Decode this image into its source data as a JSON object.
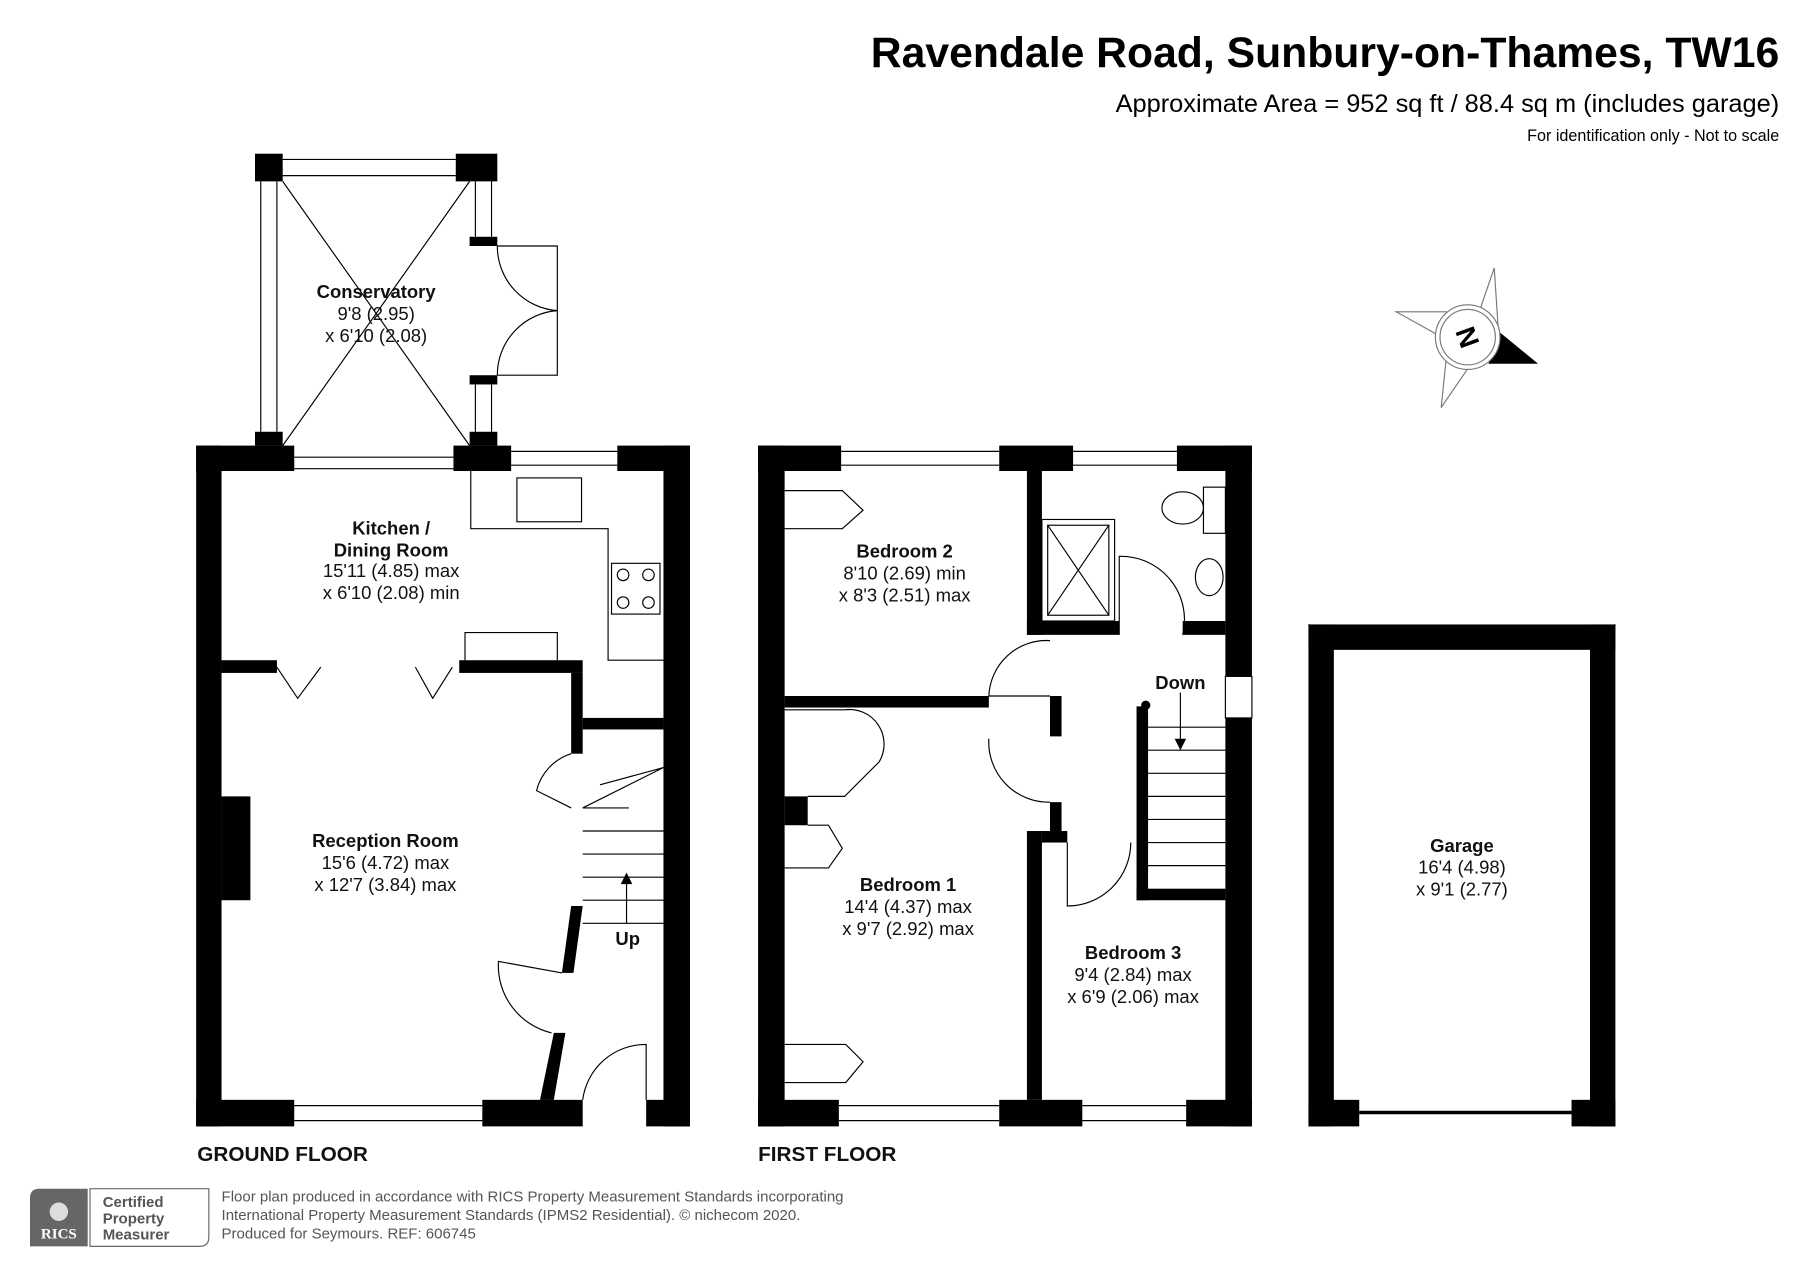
{
  "header": {
    "title": "Ravendale Road, Sunbury-on-Thames, TW16",
    "area": "Approximate Area = 952 sq ft / 88.4 sq m (includes garage)",
    "disclaimer": "For identification only - Not to scale"
  },
  "compass": {
    "label": "N",
    "icon": "north-arrow-icon"
  },
  "ground_floor": {
    "label": "GROUND FLOOR",
    "rooms": [
      {
        "name": "Conservatory",
        "dim1": "9'8 (2.95)",
        "dim2": "x 6'10 (2.08)"
      },
      {
        "name": "Kitchen /",
        "name2": "Dining Room",
        "dim1": "15'11 (4.85) max",
        "dim2": "x 6'10 (2.08) min"
      },
      {
        "name": "Reception Room",
        "dim1": "15'6 (4.72) max",
        "dim2": "x 12'7 (3.84) max"
      }
    ],
    "stairs_label": "Up"
  },
  "first_floor": {
    "label": "FIRST FLOOR",
    "rooms": [
      {
        "name": "Bedroom 2",
        "dim1": "8'10 (2.69) min",
        "dim2": "x 8'3 (2.51) max"
      },
      {
        "name": "Bedroom 1",
        "dim1": "14'4 (4.37) max",
        "dim2": "x 9'7 (2.92) max"
      },
      {
        "name": "Bedroom 3",
        "dim1": "9'4 (2.84) max",
        "dim2": "x 6'9 (2.06) max"
      }
    ],
    "stairs_label": "Down"
  },
  "garage": {
    "name": "Garage",
    "dim1": "16'4 (4.98)",
    "dim2": "x 9'1 (2.77)"
  },
  "footer": {
    "badge_brand": "RICS",
    "badge_line1": "Certified",
    "badge_line2": "Property",
    "badge_line3": "Measurer",
    "line1": "Floor plan produced in accordance with RICS Property Measurement Standards incorporating",
    "line2": "International Property Measurement Standards (IPMS2 Residential).   © nichecom 2020.",
    "line3": "Produced for Seymours.   REF:  606745"
  }
}
